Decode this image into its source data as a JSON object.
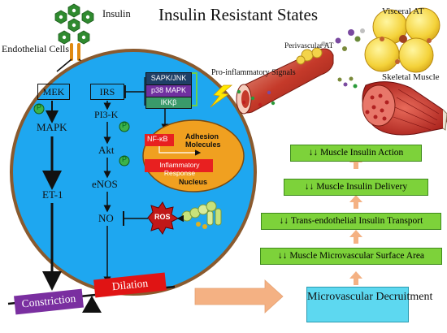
{
  "title": "Insulin Resistant States",
  "labels": {
    "insulin": "Insulin",
    "endothelial_cells": "Endothelial Cells",
    "visceral_at": "Visceral AT",
    "perivascular_at": "Perivascular AT",
    "pro_inflammatory": "Pro-inflammatory Signals",
    "skeletal_muscle": "Skeletal Muscle"
  },
  "pathway": {
    "mek": "MEK",
    "irs": "IRS",
    "mapk": "MAPK",
    "et1": "ET-1",
    "pi3k": "PI3-K",
    "akt": "Akt",
    "enos": "eNOS",
    "no": "NO",
    "ros": "ROS",
    "phospho": "P"
  },
  "kinases": [
    {
      "label": "SAPK/JNK",
      "color": "#1f3f66"
    },
    {
      "label": "p38 MAPK",
      "color": "#7030a0"
    },
    {
      "label": "IKKβ",
      "color": "#3a9a6a"
    }
  ],
  "nucleus": {
    "nfkb": "NF-κB",
    "adhesion": "Adhesion Molecules",
    "inflammatory": "Inflammatory Response",
    "label": "Nucleus"
  },
  "balance": {
    "constriction": "Constriction",
    "dilation": "Dilation"
  },
  "outcomes": [
    "↓↓ Muscle Insulin Action",
    "↓↓ Muscle Insulin Delivery",
    "↓↓ Trans-endothelial Insulin Transport",
    "↓↓ Muscle Microvascular Surface Area"
  ],
  "derecruitment": "Microvascular Decruitment",
  "colors": {
    "cell": "#1ea7f0",
    "cell_border": "#8a5a2e",
    "constriction": "#7a2fa0",
    "dilation": "#e01414",
    "green_box": "#7dd23a",
    "arrow_orange": "#f4b183",
    "decruitment_box": "#5dd8f0",
    "nucleus": "#f0a020"
  }
}
